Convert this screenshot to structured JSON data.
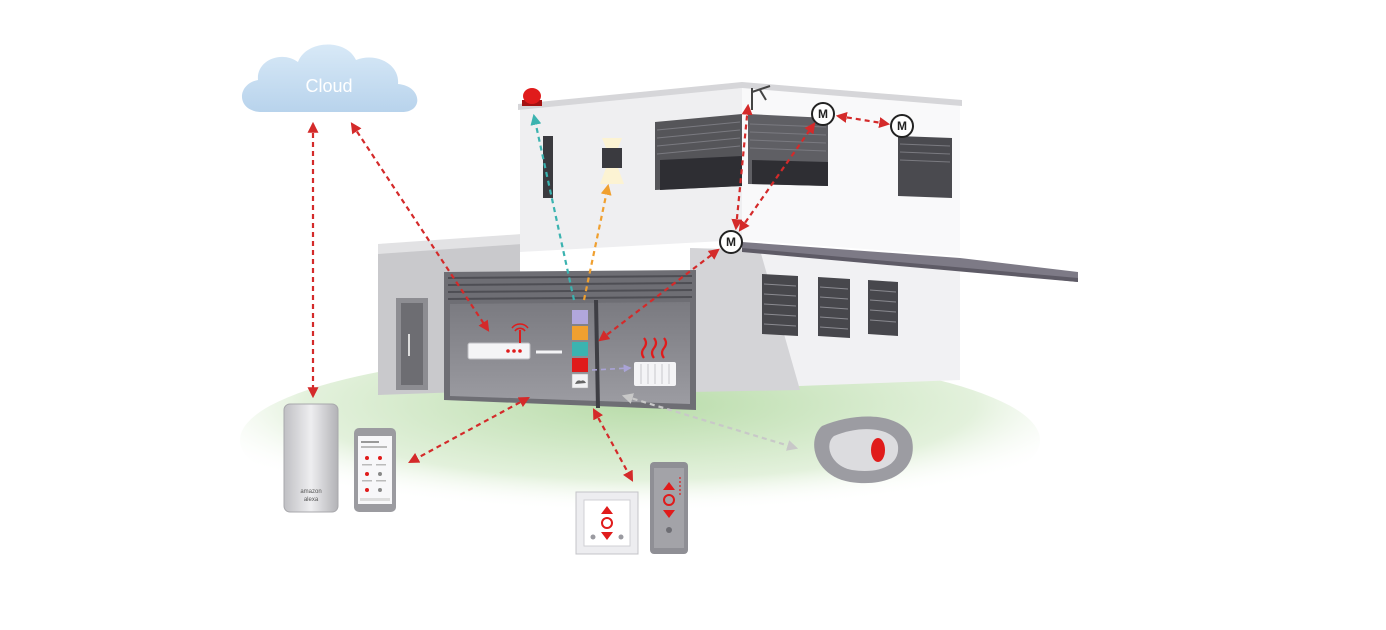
{
  "cloud": {
    "label": "Cloud"
  },
  "motors": {
    "label": "M"
  },
  "speaker": {
    "brand": "amazon",
    "product": "alexa"
  },
  "colors": {
    "link": "#d42a2a",
    "link_teal": "#3bb3b0",
    "link_orange": "#f0a030",
    "link_gray": "#c8c8c8",
    "cloud": "#c9e0f2",
    "accent_red": "#e01b1b",
    "building_light": "#f2f2f4",
    "building_mid": "#c9c9cc",
    "building_dark": "#8d8d92",
    "lawn": "#cde8c2"
  }
}
